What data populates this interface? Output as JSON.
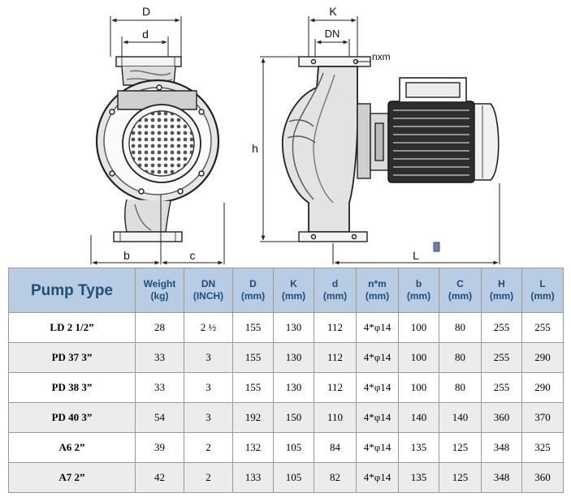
{
  "drawing": {
    "labels": {
      "D": "D",
      "d": "d",
      "K": "K",
      "DN": "DN",
      "nxm": "nxm",
      "h": "h",
      "b": "b",
      "c": "c",
      "L": "L"
    }
  },
  "table": {
    "headers": [
      {
        "top": "Pump Type",
        "bottom": ""
      },
      {
        "top": "Weight",
        "bottom": "(kg)"
      },
      {
        "top": "DN",
        "bottom": "(INCH)"
      },
      {
        "top": "D",
        "bottom": "(mm)"
      },
      {
        "top": "K",
        "bottom": "(mm)"
      },
      {
        "top": "d",
        "bottom": "(mm)"
      },
      {
        "top": "n*m",
        "bottom": "(mm)"
      },
      {
        "top": "b",
        "bottom": "(mm)"
      },
      {
        "top": "C",
        "bottom": "(mm)"
      },
      {
        "top": "H",
        "bottom": "(mm)"
      },
      {
        "top": "L",
        "bottom": "(mm)"
      }
    ],
    "rows": [
      [
        "LD 2 1/2”",
        "28",
        "2 ½",
        "155",
        "130",
        "112",
        "4*φ14",
        "100",
        "80",
        "255",
        "255"
      ],
      [
        "PD 37 3”",
        "33",
        "3",
        "155",
        "130",
        "112",
        "4*φ14",
        "100",
        "80",
        "255",
        "290"
      ],
      [
        "PD 38 3”",
        "33",
        "3",
        "155",
        "130",
        "112",
        "4*φ14",
        "100",
        "80",
        "255",
        "290"
      ],
      [
        "PD 40 3”",
        "54",
        "3",
        "192",
        "150",
        "110",
        "4*φ14",
        "140",
        "140",
        "360",
        "370"
      ],
      [
        "A6 2”",
        "39",
        "2",
        "132",
        "105",
        "84",
        "4*φ14",
        "135",
        "125",
        "348",
        "325"
      ],
      [
        "A7 2”",
        "42",
        "2",
        "133",
        "105",
        "82",
        "4*φ14",
        "135",
        "125",
        "348",
        "360"
      ]
    ]
  }
}
